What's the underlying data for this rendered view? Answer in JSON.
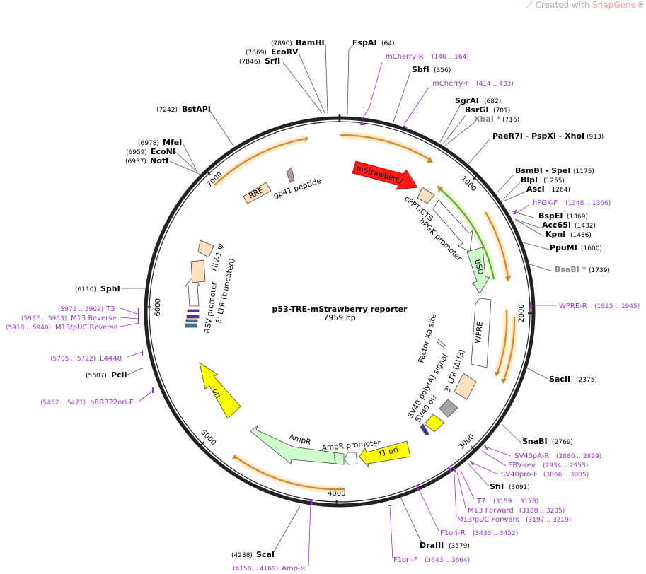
{
  "watermark": {
    "prefix": "Created with",
    "brand": "SnapGene",
    "suffix": "®"
  },
  "plasmid": {
    "name": "p53-TRE-mStrawberry reporter",
    "size_label": "7959 bp",
    "length": 7959
  },
  "ticks": [
    {
      "bp": 1000,
      "label": "1000"
    },
    {
      "bp": 2000,
      "label": "2000"
    },
    {
      "bp": 3000,
      "label": "3000"
    },
    {
      "bp": 4000,
      "label": "4000"
    },
    {
      "bp": 5000,
      "label": "5000"
    },
    {
      "bp": 6000,
      "label": "6000"
    },
    {
      "bp": 7000,
      "label": "7000"
    }
  ],
  "sites": [
    {
      "name": "FspAI",
      "pos": "(64)",
      "bp": 64
    },
    {
      "name": "SbfI",
      "pos": "(356)",
      "bp": 356
    },
    {
      "name": "SgrAI",
      "pos": "(682)",
      "bp": 682
    },
    {
      "name": "BsrGI",
      "pos": "(701)",
      "bp": 701
    },
    {
      "name": "XbaI *",
      "pos": "(716)",
      "bp": 716,
      "grey": true
    },
    {
      "name": "PaeR7I  - PspXI  - XhoI",
      "pos": "(913)",
      "bp": 913
    },
    {
      "name": "BsmBI  - SpeI",
      "pos": "(1175)",
      "bp": 1175
    },
    {
      "name": "BlpI",
      "pos": "(1255)",
      "bp": 1255
    },
    {
      "name": "AscI",
      "pos": "(1264)",
      "bp": 1264
    },
    {
      "name": "BspEI",
      "pos": "(1369)",
      "bp": 1369
    },
    {
      "name": "Acc65I",
      "pos": "(1432)",
      "bp": 1432
    },
    {
      "name": "KpnI",
      "pos": "(1436)",
      "bp": 1436
    },
    {
      "name": "PpuMI",
      "pos": "(1600)",
      "bp": 1600
    },
    {
      "name": "BsaBI *",
      "pos": "(1739)",
      "bp": 1739,
      "grey": true
    },
    {
      "name": "SacII",
      "pos": "(2375)",
      "bp": 2375
    },
    {
      "name": "SnaBI",
      "pos": "(2769)",
      "bp": 2769
    },
    {
      "name": "SfiI",
      "pos": "(3091)",
      "bp": 3091
    },
    {
      "name": "DraIII",
      "pos": "(3579)",
      "bp": 3579
    },
    {
      "name": "ScaI",
      "pos": "(4238)",
      "bp": 4238
    },
    {
      "name": "PciI",
      "pos": "(5607)",
      "bp": 5607
    },
    {
      "name": "SphI",
      "pos": "(6110)",
      "bp": 6110
    },
    {
      "name": "NotI",
      "pos": "(6937)",
      "bp": 6937
    },
    {
      "name": "EcoNI",
      "pos": "(6959)",
      "bp": 6959
    },
    {
      "name": "MfeI",
      "pos": "(6978)",
      "bp": 6978
    },
    {
      "name": "BstAPI",
      "pos": "(7242)",
      "bp": 7242
    },
    {
      "name": "SrfI",
      "pos": "(7846)",
      "bp": 7846
    },
    {
      "name": "EcoRV",
      "pos": "(7869)",
      "bp": 7869
    },
    {
      "name": "BamHI",
      "pos": "(7890)",
      "bp": 7890
    }
  ],
  "primers": [
    {
      "name": "mCherry-R",
      "range": "(146 .. 164)",
      "bp": 155
    },
    {
      "name": "mCherry-F",
      "range": "(414 .. 433)",
      "bp": 423
    },
    {
      "name": "hPGK-F",
      "range": "(1348 .. 1366)",
      "bp": 1357
    },
    {
      "name": "WPRE-R",
      "range": "(1925 .. 1945)",
      "bp": 1935
    },
    {
      "name": "SV40pA-R",
      "range": "(2880 .. 2899)",
      "bp": 2890
    },
    {
      "name": "EBV-rev",
      "range": "(2934 .. 2953)",
      "bp": 2943
    },
    {
      "name": "SV40pro-F",
      "range": "(3066 .. 3085)",
      "bp": 3075
    },
    {
      "name": "T7",
      "range": "(3159 .. 3178)",
      "bp": 3168
    },
    {
      "name": "M13 Forward",
      "range": "(3188 .. 3205)",
      "bp": 3196
    },
    {
      "name": "M13/pUC Forward",
      "range": "(3197 .. 3219)",
      "bp": 3208
    },
    {
      "name": "F1ori-R",
      "range": "(3433 .. 3452)",
      "bp": 3442
    },
    {
      "name": "F1ori-F",
      "range": "(3643 .. 3664)",
      "bp": 3653
    },
    {
      "name": "Amp-R",
      "range": "(4150 .. 4169)",
      "bp": 4160
    },
    {
      "name": "pBR322ori-F",
      "range": "(5452 .. 5471)",
      "bp": 5461
    },
    {
      "name": "L4440",
      "range": "(5705 .. 5722)",
      "bp": 5713
    },
    {
      "name": "M13/pUC Reverse",
      "range": "(5918 .. 5940)",
      "bp": 5929
    },
    {
      "name": "M13 Reverse",
      "range": "(5937 .. 5953)",
      "bp": 5945
    },
    {
      "name": "T3",
      "range": "(5972 .. 5992)",
      "bp": 5982
    }
  ],
  "features": [
    {
      "name": "mStrawberry",
      "color": "#ff1a1a"
    },
    {
      "name": "cPPT/CTS",
      "color": "#ffe0c0"
    },
    {
      "name": "hPGK promoter",
      "color": "#ffffff"
    },
    {
      "name": "BSD",
      "color": "#ccffcc"
    },
    {
      "name": "WPRE",
      "color": "#ffffff"
    },
    {
      "name": "Factor Xa site",
      "color": "#ffffff"
    },
    {
      "name": "3' LTR (ΔU3)",
      "color": "#ffe0c0"
    },
    {
      "name": "SV40 poly(A) signal",
      "color": "#a6a6a6"
    },
    {
      "name": "SV40 ori",
      "color": "#ffff00"
    },
    {
      "name": "f1 ori",
      "color": "#ffff00"
    },
    {
      "name": "AmpR promoter",
      "color": "#ffffff"
    },
    {
      "name": "AmpR",
      "color": "#ccffcc"
    },
    {
      "name": "ori",
      "color": "#ffff00"
    },
    {
      "name": "RSV promoter",
      "color": "#ffffff"
    },
    {
      "name": "5' LTR (truncated)",
      "color": "#ffe0c0"
    },
    {
      "name": "HIV-1 Ψ",
      "color": "#ffe0c0"
    },
    {
      "name": "RRE",
      "color": "#ffe0c0"
    },
    {
      "name": "gp41 peptide",
      "color": "#c490b0"
    }
  ]
}
